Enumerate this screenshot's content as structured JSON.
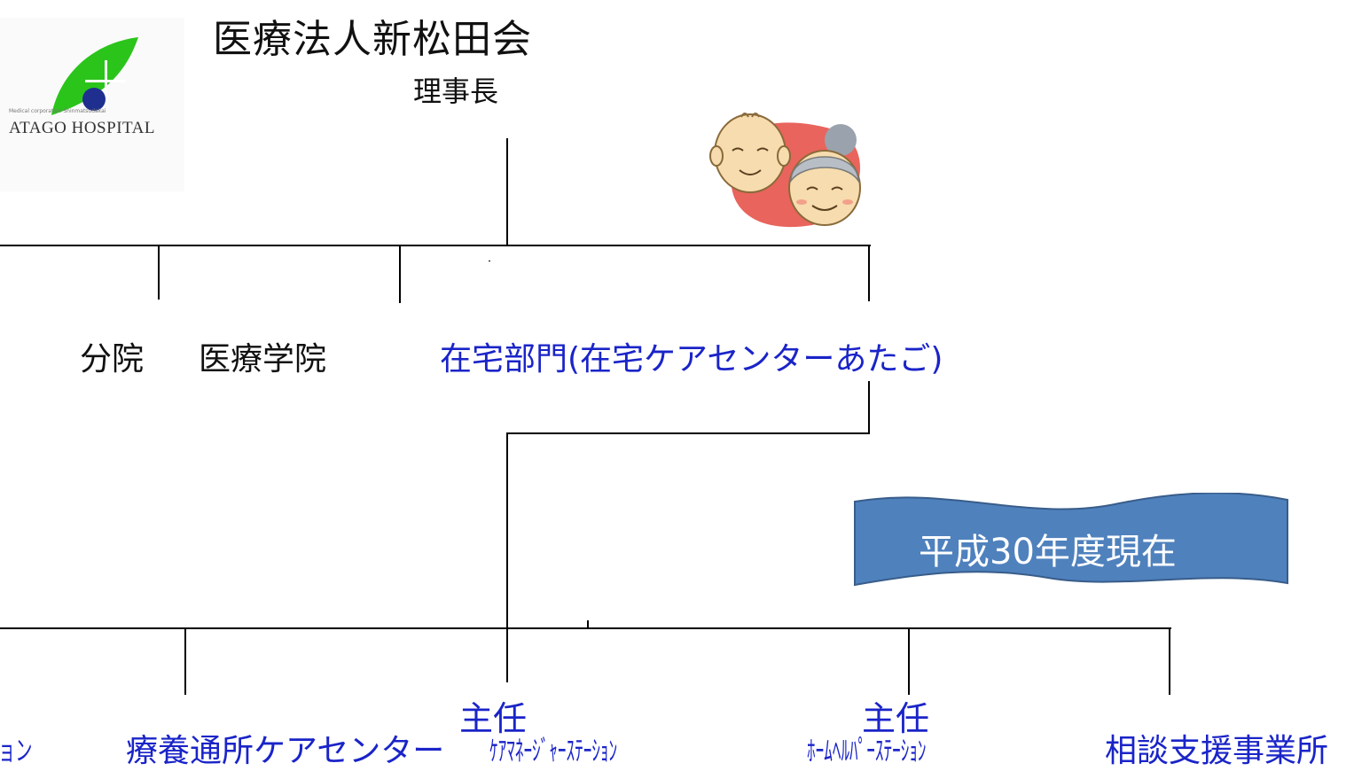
{
  "header": {
    "organization": "医療法人新松田会",
    "role": "理事長"
  },
  "logo": {
    "small_text": "Medical corporation Shinmatsudakai",
    "name": "ATAGO HOSPITAL",
    "colors": {
      "leaf": "#2bc41b",
      "dot": "#1f2f8f"
    }
  },
  "illustration": {
    "icon": "elderly-couple-icon",
    "accent": "#e8645c"
  },
  "branches": {
    "bunin": "分院",
    "gakuin": "医療学院",
    "zaitaku": "在宅部門(在宅ケアセンターあたご)"
  },
  "banner": {
    "text": "平成30年度現在",
    "color": "#4f81bd"
  },
  "units": {
    "cut_left": "ョン",
    "tsusho": "療養通所ケアセンター",
    "caremanager": "ｹｱﾏﾈｰｼﾞｬｰｽﾃｰｼｮﾝ",
    "homehelper": "ﾎｰﾑﾍﾙﾊﾟｰｽﾃｰｼｮﾝ",
    "soudan": "相談支援事業所",
    "chief_label": "主任"
  },
  "colors": {
    "link_blue": "#1a24c8",
    "line": "#000000"
  }
}
